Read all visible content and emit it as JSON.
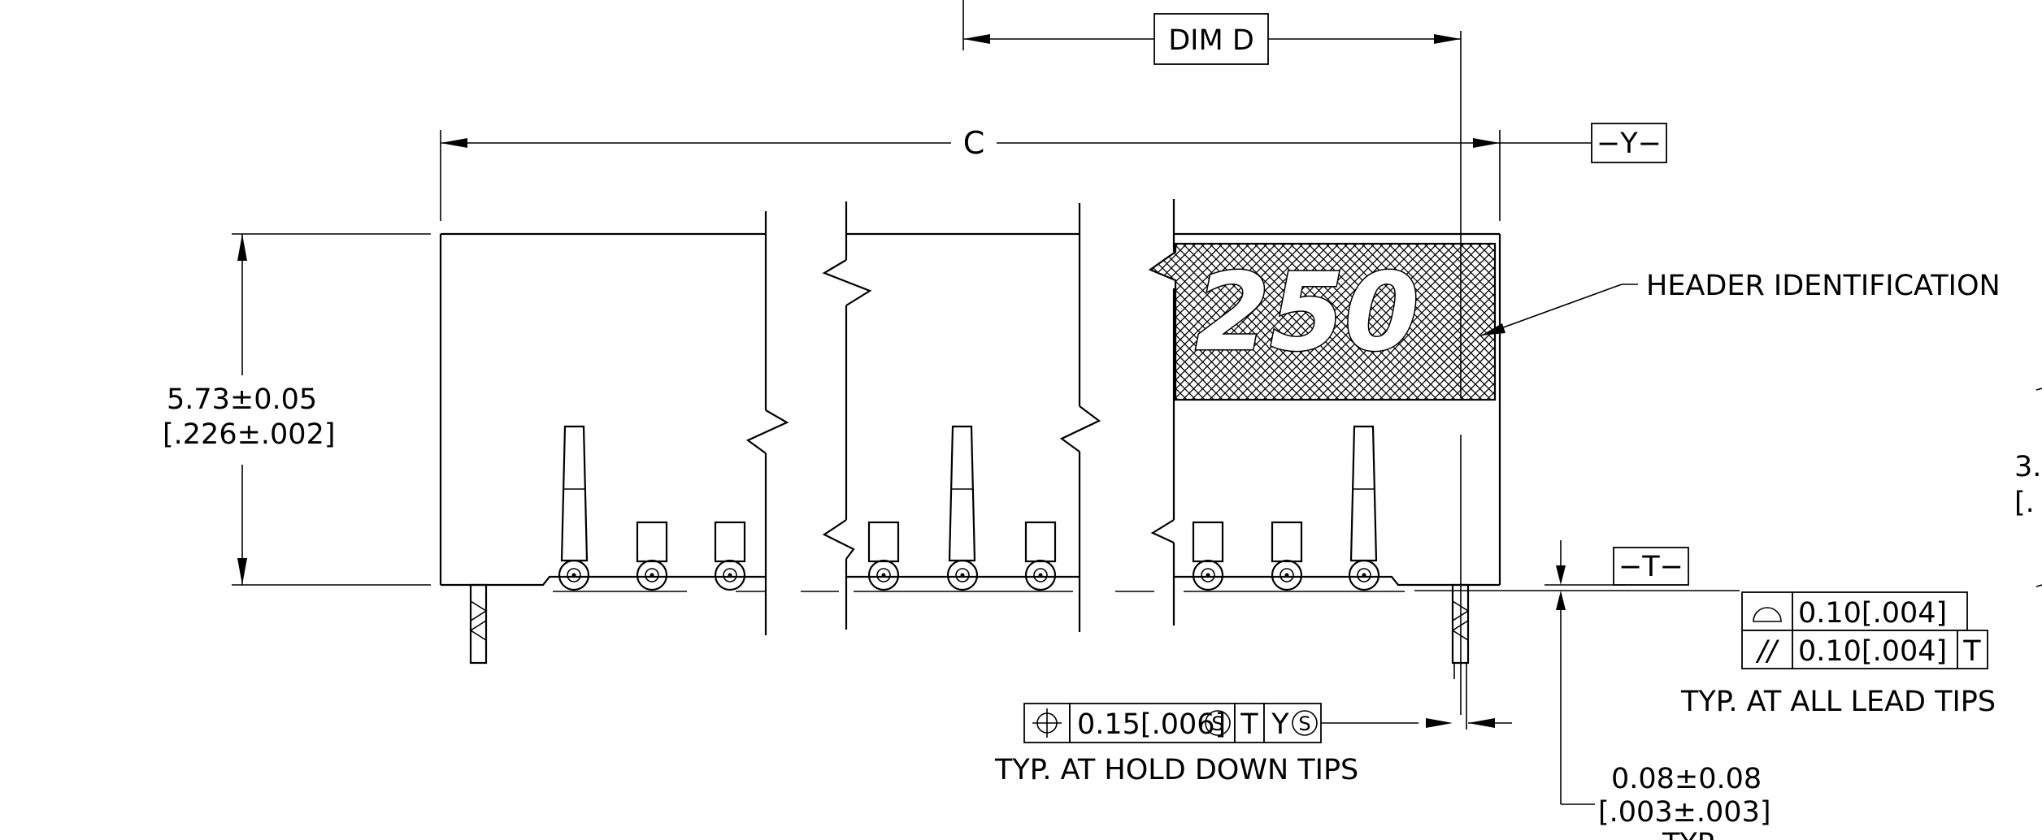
{
  "labels": {
    "dim_d": "DIM D",
    "dim_c": "C",
    "datum_y": "−Y−",
    "datum_t": "−T−",
    "header_id_number": "250",
    "header_identification": "HEADER IDENTIFICATION",
    "height_mm": "5.73±0.05",
    "height_in": "[.226±.002]",
    "right_clip_1": "3.",
    "right_clip_2": "[.",
    "standoff_mm": "0.08±0.08",
    "standoff_in": "[.003±.003]",
    "standoff_typ": "TYP",
    "typ_hold_down": "TYP. AT HOLD DOWN TIPS",
    "typ_lead_tips": "TYP. AT ALL LEAD TIPS"
  },
  "fcf_position": {
    "value": "0.15[.006]",
    "modifier_1": "S",
    "datum_1": "T",
    "datum_2": "Y",
    "modifier_2": "S"
  },
  "fcf_profile": {
    "value": "0.10[.004]"
  },
  "fcf_parallel": {
    "symbol": "//",
    "value": "0.10[.004]",
    "datum": "T"
  }
}
